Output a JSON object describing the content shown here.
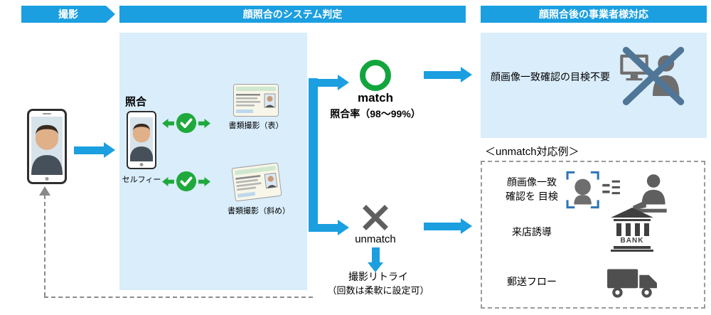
{
  "colors": {
    "blue": "#1b9fe0",
    "light_blue": "#d9edfb",
    "green": "#1fa93c",
    "gray": "#5f5f5f"
  },
  "headers": {
    "capture": "撮影",
    "system": "顔照合のシステム判定",
    "after": "顔照合後の事業者様対応"
  },
  "matching_panel": {
    "title": "照合",
    "selfie_label": "セルフィー",
    "doc_front_label": "書類撮影（表）",
    "doc_angle_label": "書類撮影（斜め）"
  },
  "match": {
    "label": "match",
    "rate": "照合率（98～99%）"
  },
  "unmatch": {
    "label": "unmatch"
  },
  "match_action": {
    "text": "顔画像一致確認の目検不要"
  },
  "unmatch_section": {
    "title": "＜unmatch対応例＞",
    "items": [
      {
        "lines": [
          "顔画像一致",
          "確認を 目検"
        ]
      },
      {
        "lines": [
          "来店誘導"
        ]
      },
      {
        "lines": [
          "郵送フロー"
        ]
      }
    ],
    "bank_label": "BANK"
  },
  "retry": {
    "lines": [
      "撮影リトライ",
      "（回数は柔軟に設定可）"
    ]
  },
  "icons": {
    "selfie": "smartphone-selfie",
    "check": "green-check-circle",
    "match": "green-ring",
    "unmatch": "gray-cross",
    "no_visual_check": "person-at-monitor-crossed",
    "face_check": "face-scan-compare",
    "visit": "bank-building",
    "mail": "delivery-truck",
    "retry": "dashed-return-arrow"
  }
}
